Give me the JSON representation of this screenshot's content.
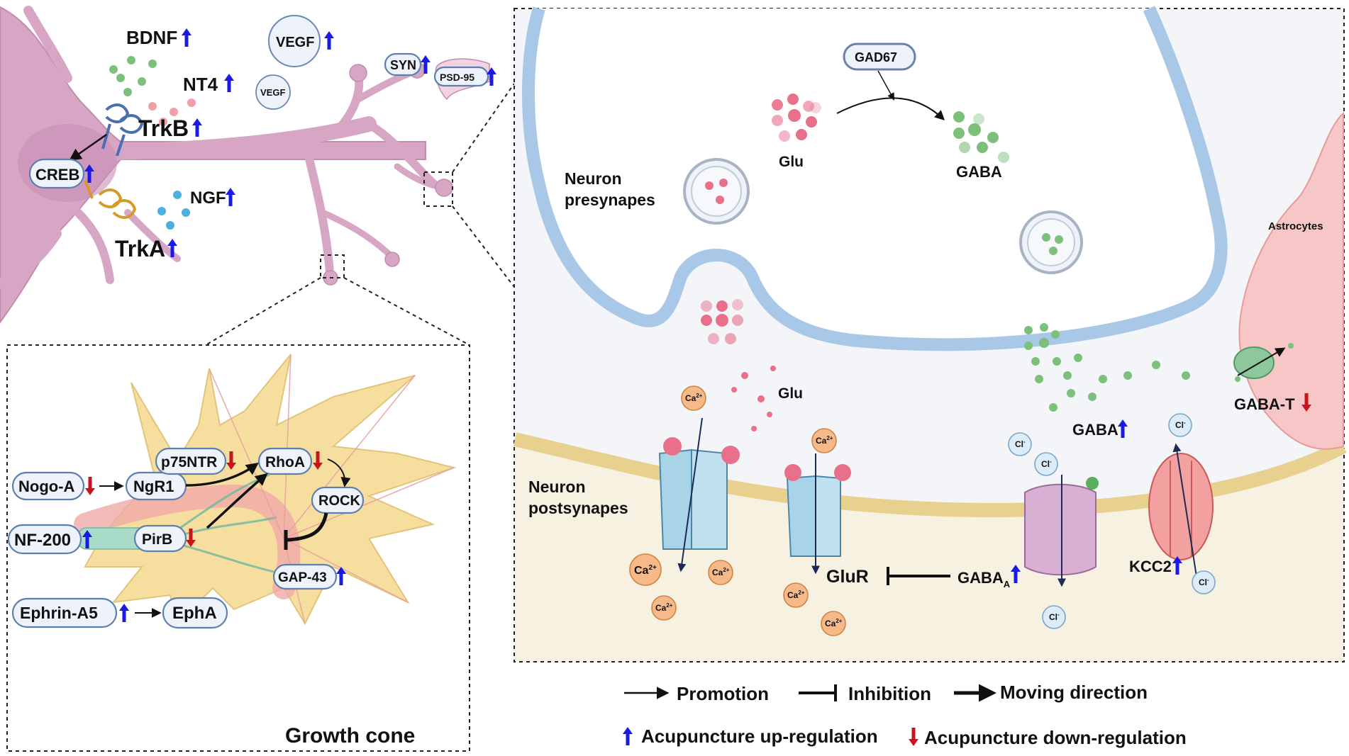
{
  "neuron": {
    "labels": {
      "bdnf": "BDNF",
      "nt4": "NT4",
      "trkb": "TrkB",
      "creb": "CREB",
      "ngf": "NGF",
      "trka": "TrkA",
      "vegf_big": "VEGF",
      "vegf_small": "VEGF",
      "syn": "SYN",
      "psd95": "PSD-95"
    }
  },
  "growth_cone": {
    "title": "Growth cone",
    "labels": {
      "nogo_a": "Nogo-A",
      "ngr1": "NgR1",
      "p75ntr": "p75NTR",
      "rhoa": "RhoA",
      "rock": "ROCK",
      "nf200": "NF-200",
      "pirb": "PirB",
      "gap43": "GAP-43",
      "ephrin_a5": "Ephrin-A5",
      "epha": "EphA"
    }
  },
  "synapse": {
    "labels": {
      "gad67": "GAD67",
      "glu_top": "Glu",
      "gaba_top": "GABA",
      "neuron_presynapses_1": "Neuron",
      "neuron_presynapses_2": "presynapes",
      "astrocytes": "Astrocytes",
      "glu_cleft": "Glu",
      "gaba_cleft": "GABA",
      "gaba_t": "GABA-T",
      "neuron_postsynapses_1": "Neuron",
      "neuron_postsynapses_2": "postsynapes",
      "glur": "GluR",
      "gabaa": "GABA",
      "gabaa_sub": "A",
      "kcc2": "KCC2",
      "ca_ion": "Ca",
      "ca_sup": "2+",
      "cl_ion": "Cl",
      "cl_sup": "-"
    }
  },
  "legend": {
    "promotion": "Promotion",
    "inhibition": "Inhibition",
    "moving_direction": "Moving direction",
    "up_regulation": "Acupuncture up-regulation",
    "down_regulation": "Acupuncture down-regulation"
  },
  "colors": {
    "up_arrow": "#1a1ae6",
    "down_arrow": "#c8141e",
    "neuron_body": "#d7a6c4",
    "growth_cone": "#f6df9e",
    "presynapse_membrane": "#a9c8e8",
    "postsynapse_band": "#e8d08e",
    "astrocyte": "#f3b4b4",
    "glu": "#e8708a",
    "gaba": "#7cc07c"
  }
}
